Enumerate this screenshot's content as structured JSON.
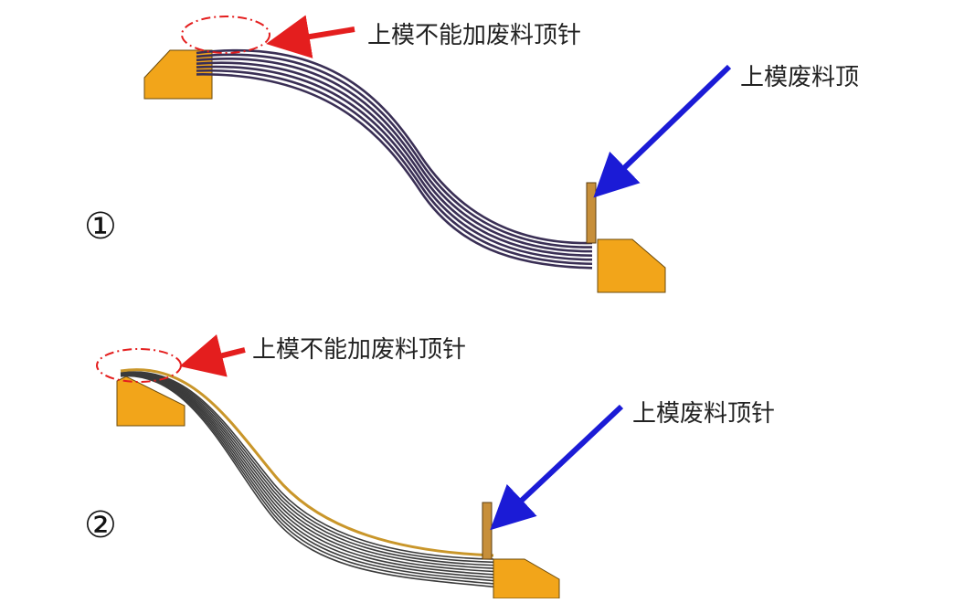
{
  "colors": {
    "block_fill": "#F2A51A",
    "block_stroke": "#6b4a0c",
    "top_strip": "#3a2f55",
    "bottom_strip": "#3b3b3b",
    "edge_gold": "#c9962a",
    "red_arrow": "#e41e1e",
    "blue_arrow": "#1b1bd6"
  },
  "icons": [
    "red-arrow-icon",
    "blue-arrow-icon",
    "dashed-ellipse-icon",
    "circled-number-icon"
  ],
  "diagram1": {
    "number": "①",
    "label_left": "上模不能加废料顶针",
    "label_right": "上模废料顶"
  },
  "diagram2": {
    "number": "②",
    "label_left": "上模不能加废料顶针",
    "label_right": "上模废料顶针"
  }
}
